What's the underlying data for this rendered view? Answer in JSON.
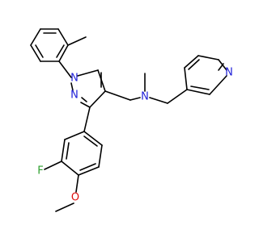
{
  "molecule": {
    "atoms": {
      "n1": "N",
      "n2": "N",
      "n_amine": "N",
      "n_pyridine": "N",
      "f": "F",
      "o": "O"
    },
    "colors": {
      "nitrogen": "#1f1fd8",
      "oxygen": "#e01010",
      "fluorine": "#2fa02f",
      "bond": "#000000"
    }
  }
}
